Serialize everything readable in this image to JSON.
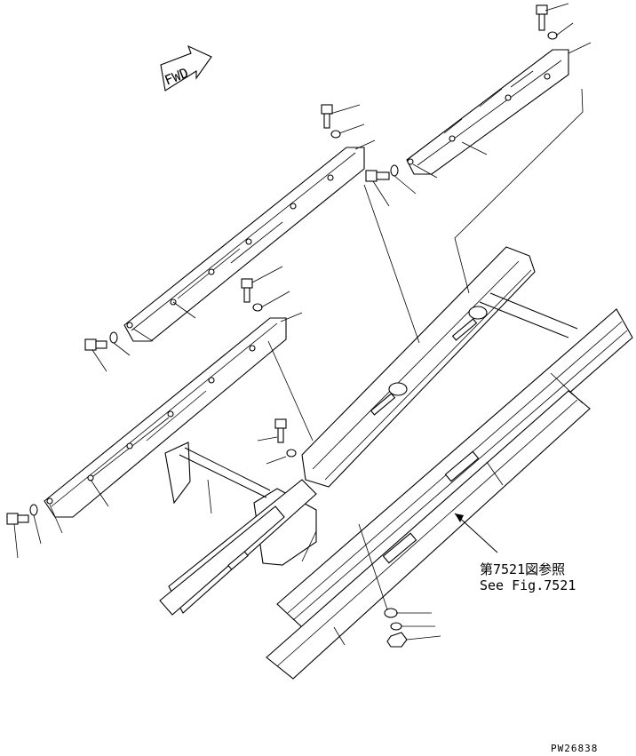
{
  "fwd_arrow_label": "FWD",
  "reference": {
    "line1": "第7521図参照",
    "line2": "See Fig.7521"
  },
  "drawing_number": "PW26838"
}
